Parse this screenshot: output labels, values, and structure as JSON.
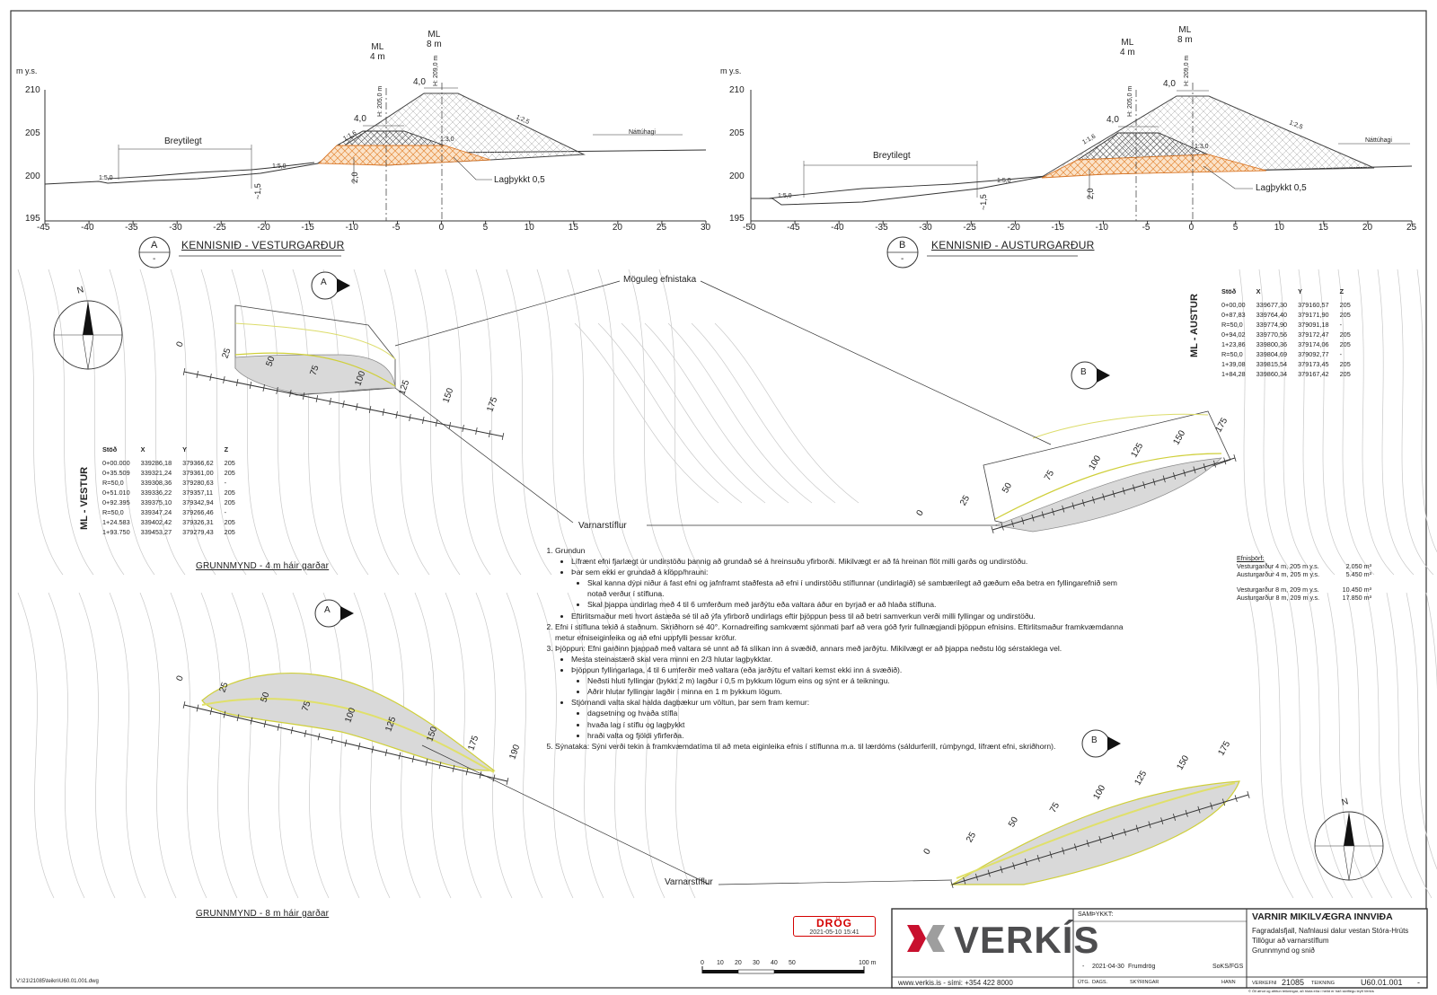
{
  "sections": [
    {
      "id": "A",
      "ylabel": "m y.s.",
      "yticks": [
        "210",
        "205",
        "200",
        "195"
      ],
      "xticks": [
        "-45",
        "-40",
        "-35",
        "-30",
        "-25",
        "-20",
        "-15",
        "-10",
        "-5",
        "0",
        "5",
        "10",
        "15",
        "20",
        "25",
        "30"
      ],
      "title": "KENNISNIÐ - VESTURGARÐUR",
      "marker": "A",
      "marker_sub": "-",
      "ml4": "ML\n4 m",
      "ml8": "ML\n8 m",
      "h205": "H: 205,0 m",
      "h209": "H: 209,0 m",
      "w_top8": "4,0",
      "w_top4": "4,0",
      "slope_right8": "1:2,5",
      "slope_left4": "1:1,6",
      "slope_inner": "1:3,0",
      "natt": "Náttúhagi",
      "breytilegt": "Breytilegt",
      "slope_left_ground1": "1:5,0",
      "slope_left_ground2": "1:5,0",
      "min_depth": "~1,5",
      "depth2": "2,0",
      "lag": "Lagþykkt 0,5"
    },
    {
      "id": "B",
      "ylabel": "m y.s.",
      "yticks": [
        "210",
        "205",
        "200",
        "195"
      ],
      "xticks": [
        "-50",
        "-45",
        "-40",
        "-35",
        "-30",
        "-25",
        "-20",
        "-15",
        "-10",
        "-5",
        "0",
        "5",
        "10",
        "15",
        "20",
        "25"
      ],
      "title": "KENNISNIÐ - AUSTURGARÐUR",
      "marker": "B",
      "marker_sub": "-",
      "ml4": "ML\n4 m",
      "ml8": "ML\n8 m",
      "h205": "H: 205,0 m",
      "h209": "H: 209,0 m",
      "w_top8": "4,0",
      "w_top4": "4,0",
      "slope_right8": "1:2,5",
      "slope_left4": "1:1,6",
      "slope_inner": "1:3,0",
      "natt": "Náttúhagi",
      "breytilegt": "Breytilegt",
      "slope_left_ground1": "1:5,0",
      "slope_left_ground2": "1:5,0",
      "min_depth": "~1,5",
      "depth2": "2,0",
      "lag": "Lagþykkt 0,5"
    }
  ],
  "plan": {
    "label_efnistaka": "Möguleg efnistaka",
    "label_varnar": "Varnarstíflur",
    "label_varnar2": "Varnarstíflur",
    "title4": "GRUNNMYND - 4 m háir garðar",
    "title8": "GRUNNMYND - 8 m háir garðar",
    "stations_w": [
      "0",
      "25",
      "50",
      "75",
      "100",
      "125",
      "150",
      "175"
    ],
    "stations_w8": [
      "0",
      "25",
      "50",
      "75",
      "100",
      "125",
      "150",
      "175",
      "190"
    ],
    "stations_e": [
      "0",
      "25",
      "50",
      "75",
      "100",
      "125",
      "150",
      "175"
    ],
    "north": "N"
  },
  "table_vestur": {
    "side_label": "ML - VESTUR",
    "headers": [
      "Stöð",
      "X",
      "Y",
      "Z"
    ],
    "rows": [
      [
        "0+00.000",
        "339286,18",
        "379366,62",
        "205"
      ],
      [
        "0+35.509",
        "339321,24",
        "379361,00",
        "205"
      ],
      [
        "R=50,0",
        "339308,36",
        "379280,63",
        "-"
      ],
      [
        "0+51.010",
        "339336,22",
        "379357,11",
        "205"
      ],
      [
        "0+92.395",
        "339375,10",
        "379342,94",
        "205"
      ],
      [
        "R=50,0",
        "339347,24",
        "379266,46",
        "-"
      ],
      [
        "1+24.583",
        "339402,42",
        "379326,31",
        "205"
      ],
      [
        "1+93.750",
        "339453,27",
        "379279,43",
        "205"
      ]
    ]
  },
  "table_austur": {
    "side_label": "ML - AUSTUR",
    "headers": [
      "Stöð",
      "X",
      "Y",
      "Z"
    ],
    "rows": [
      [
        "0+00,00",
        "339677,30",
        "379160,57",
        "205"
      ],
      [
        "0+87,83",
        "339764,40",
        "379171,90",
        "205"
      ],
      [
        "R=50,0",
        "339774,90",
        "379091,18",
        "-"
      ],
      [
        "0+94,02",
        "339770,56",
        "379172,47",
        "205"
      ],
      [
        "1+23,86",
        "339800,36",
        "379174,06",
        "205"
      ],
      [
        "R=50,0",
        "339804,69",
        "379092,77",
        "-"
      ],
      [
        "1+39,08",
        "339815,54",
        "379173,45",
        "205"
      ],
      [
        "1+84,28",
        "339860,34",
        "379167,42",
        "205"
      ]
    ]
  },
  "volumes": {
    "title": "Efnisþörf:",
    "rows": [
      [
        "Vesturgarður 4 m, 205 m y.s.",
        "2.050 m³"
      ],
      [
        "Austurgarður 4 m, 205 m y.s.",
        "5.450 m³"
      ],
      [
        "Vesturgarður 8 m, 209 m y.s.",
        "10.450 m³"
      ],
      [
        "Austurgarður 8 m, 209 m y.s.",
        "17.850 m³"
      ]
    ]
  },
  "notes": {
    "i1": "Grundun",
    "i1a": "Lífrænt efni fjarlægt úr undirstöðu þannig að grundað sé á hreinsuðu yfirborði. Mikilvægt er að fá hreinan flöt milli garðs og undirstöðu.",
    "i1b": "Þar sem ekki er grundað á klöpp/hrauni:",
    "i1b1": "Skal kanna dýpi niður á fast efni og jafnframt staðfesta að efni í undirstöðu stíflunnar (undirlagið) sé sambærilegt að gæðum eða betra en fyllingarefnið sem notað verður í stífluna.",
    "i1b2": "Skal þjappa undirlag með 4 til 6 umferðum með jarðýtu eða valtara áður en byrjað er að hlaða stífluna.",
    "i1c": "Eftirlitsmaður meti hvort ástæða sé til að ýfa yfirborð undirlags eftir þjöppun þess til að betri samverkun verði milli fyllingar og undirstöðu.",
    "i2": "Efni í stífluna tekið á staðnum. Skriðhorn sé 40°. Kornadreifing samkvæmt sjónmati þarf að vera góð fyrir fullnægjandi þjöppun efnisins. Eftirlitsmaður framkvæmdanna metur efniseiginleika og að efni uppfylli þessar kröfur.",
    "i3": "Þjöppun: Efni garðinn þjappað með valtara sé unnt að fá slíkan inn á svæðið, annars með jarðýtu. Mikilvægt er að þjappa neðstu lög sérstaklega vel.",
    "i3a": "Mesta steinastærð skal vera minni en 2/3 hlutar lagþykktar.",
    "i3b": "Þjöppun fyllingarlaga, 4 til 6 umferðir með valtara (eða jarðýtu ef valtari kemst ekki inn á svæðið).",
    "i3b1": "Neðsti hluti fyllingar (þykkt 2 m) lagður í 0,5 m þykkum lögum eins og sýnt er á teikningu.",
    "i3b2": "Aðrir hlutar fyllingar lagðir í minna en 1 m þykkum lögum.",
    "i3c": "Stjórnandi valta skal halda dagbækur um völtun, þar sem fram kemur:",
    "i3c1": "dagsetning og hvaða stífla",
    "i3c2": "hvaða lag í stíflu og lagþykkt",
    "i3c3": "hraði valta og fjöldi yfirferða.",
    "i5": "Sýnataka: Sýni verði tekin á framkvæmdatíma til að meta eiginleika efnis í stíflunna m.a. til lærdóms (sáldurferill, rúmþyngd, lífrænt efni, skriðhorn)."
  },
  "draft": {
    "label": "DRÖG",
    "date": "2021-05-10  15:41"
  },
  "scalebar": {
    "ticks": [
      "0",
      "10",
      "20",
      "30",
      "40",
      "50"
    ],
    "end": "100 m"
  },
  "filepath": "V:\\21\\21085\\teikn\\U60.01.001.dwg",
  "titleblock": {
    "company": "VERKÍS",
    "web": "www.verkis.is  -  sími: +354 422 8000",
    "samthykkt": "SAMÞYKKT:",
    "rev_dash": "-",
    "rev_date": "2021-04-30",
    "rev_text": "Frumdrög",
    "rev_by": "SoKS/FGS",
    "h_utg": "ÚTG.",
    "h_dags": "DAGS.",
    "h_skyr": "SKÝRINGAR",
    "h_hann": "HANN",
    "project": "VARNIR MIKILVÆGRA INNVIÐA",
    "line1": "Fagradalsfjall, Nafnlausi dalur vestan Stóra-Hrúts",
    "line2": "Tillögur að varnarstíflum",
    "line3": "Grunnmynd og snið",
    "verkefni_label": "VERKEFNI",
    "verkefni": "21085",
    "teikning_label": "TEIKNING",
    "teikning": "U60.01.001",
    "teikning_rev": "-",
    "copyright": "© Öll afnot og afritun teikningar, að hluta eða í heild er háð skriflegu leyfi Verkís"
  }
}
